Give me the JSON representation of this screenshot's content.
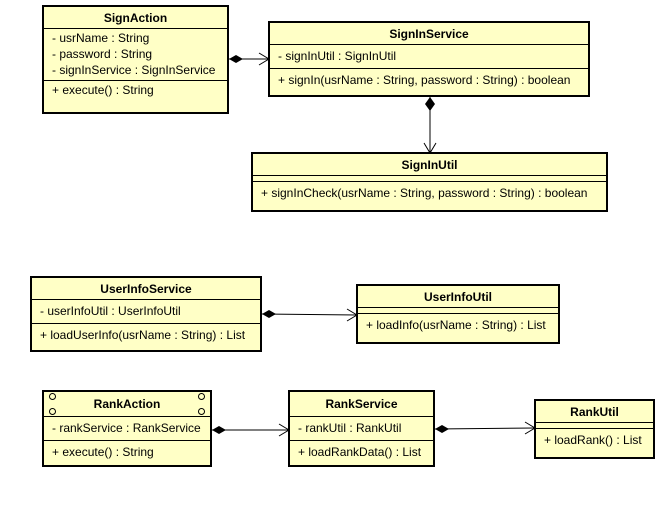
{
  "classes": {
    "sign_action": {
      "name": "SignAction",
      "attributes": [
        "- usrName : String",
        "- password : String",
        "- signInService : SignInService"
      ],
      "operations": [
        "+ execute() : String"
      ]
    },
    "sign_in_service": {
      "name": "SignInService",
      "attributes": [
        "- signInUtil : SignInUtil"
      ],
      "operations": [
        "+ signIn(usrName : String, password : String) : boolean"
      ]
    },
    "sign_in_util": {
      "name": "SignInUtil",
      "attributes": [],
      "operations": [
        "+ signInCheck(usrName : String, password : String) : boolean"
      ]
    },
    "user_info_service": {
      "name": "UserInfoService",
      "attributes": [
        "- userInfoUtil : UserInfoUtil"
      ],
      "operations": [
        "+ loadUserInfo(usrName : String) : List"
      ]
    },
    "user_info_util": {
      "name": "UserInfoUtil",
      "attributes": [],
      "operations": [
        "+ loadInfo(usrName : String) : List"
      ]
    },
    "rank_action": {
      "name": "RankAction",
      "attributes": [
        "- rankService : RankService"
      ],
      "operations": [
        "+ execute() : String"
      ]
    },
    "rank_service": {
      "name": "RankService",
      "attributes": [
        "- rankUtil : RankUtil"
      ],
      "operations": [
        "+ loadRankData() : List"
      ]
    },
    "rank_util": {
      "name": "RankUtil",
      "attributes": [],
      "operations": [
        "+ loadRank() : List"
      ]
    }
  },
  "colors": {
    "class_fill": "#ffffc6",
    "line": "#000000"
  }
}
